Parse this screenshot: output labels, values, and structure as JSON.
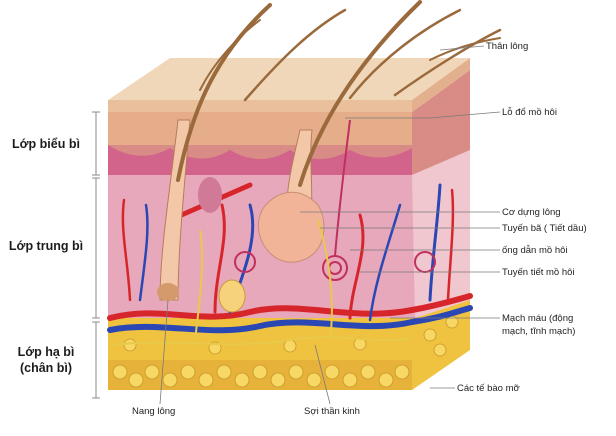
{
  "layers": {
    "epidermis": "Lớp biểu bì",
    "dermis": "Lớp trung bì",
    "hypodermis_line1": "Lớp hạ bì",
    "hypodermis_line2": "(chân bì)"
  },
  "callouts": {
    "hair_shaft": "Thân lông",
    "sweat_pore": "Lỗ đổ mồ hôi",
    "arrector_pili": "Cơ dựng lông",
    "sebaceous_gland": "Tuyến bã ( Tiết dầu)",
    "sweat_duct": "ống dẫn mồ hôi",
    "sweat_gland": "Tuyến tiết mồ hôi",
    "blood_vessels_line1": "Mạch máu (động",
    "blood_vessels_line2": "mạch, tĩnh mạch)",
    "fat_cells": "Các tế bào mỡ",
    "hair_follicle": "Nang lông",
    "nerve_fiber": "Sợi thần kinh"
  },
  "colors": {
    "epidermis": "#e9bf9c",
    "dermis": "#e6a3b8",
    "fat": "#f0c43c",
    "artery": "#d7262b",
    "vein": "#2a47b3",
    "hair": "#9a6a3c",
    "gland": "#f2b499"
  }
}
